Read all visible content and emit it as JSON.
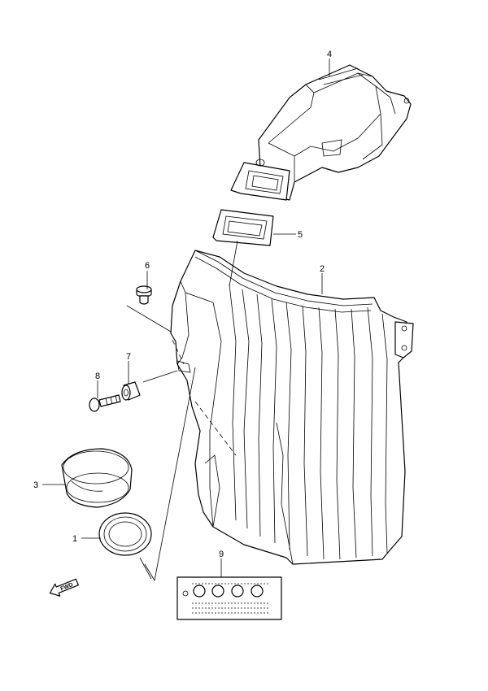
{
  "callouts": [
    {
      "id": "1",
      "label": "1"
    },
    {
      "id": "2",
      "label": "2"
    },
    {
      "id": "3",
      "label": "3"
    },
    {
      "id": "4",
      "label": "4"
    },
    {
      "id": "5",
      "label": "5"
    },
    {
      "id": "6",
      "label": "6"
    },
    {
      "id": "7",
      "label": "7"
    },
    {
      "id": "8",
      "label": "8"
    },
    {
      "id": "9",
      "label": "9"
    }
  ],
  "direction_arrow": {
    "label": "FWD"
  }
}
